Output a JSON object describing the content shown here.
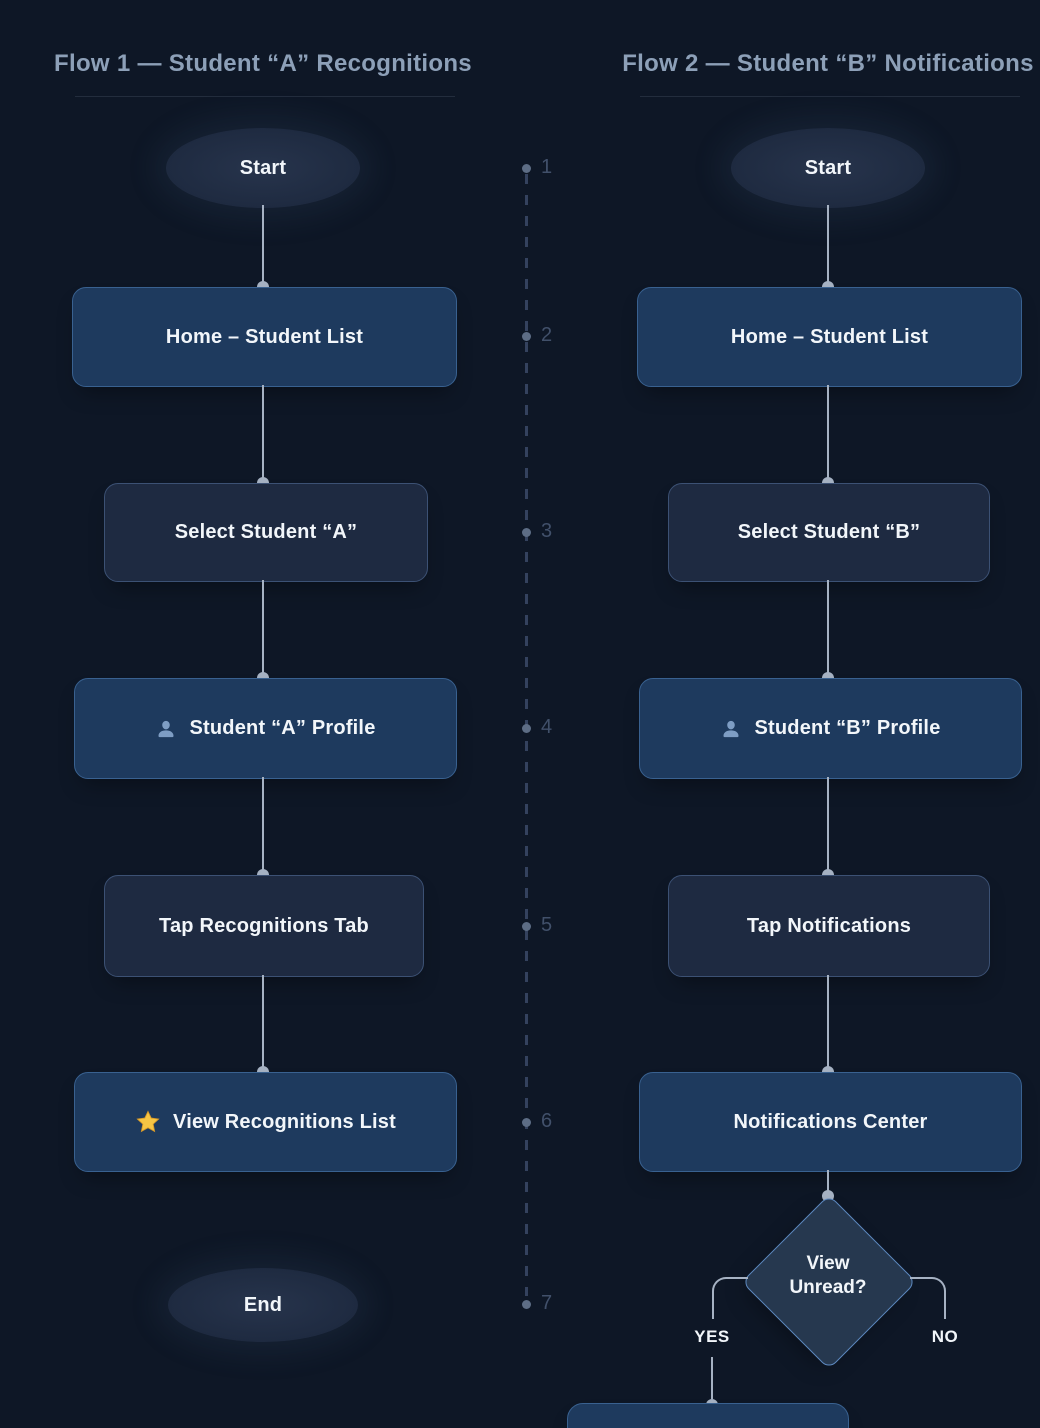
{
  "flow1": {
    "title": "Flow 1 — Student “A” Recognitions",
    "start_label": "Start",
    "end_label": "End",
    "nodes": [
      {
        "label": "Home – Student List",
        "style": "primary"
      },
      {
        "label": "Select Student “A”",
        "style": "secondary"
      },
      {
        "label": "Student “A” Profile",
        "style": "primary",
        "icon": "person-icon"
      },
      {
        "label": "Tap Recognitions Tab",
        "style": "secondary"
      },
      {
        "label": "View Recognitions List",
        "style": "primary",
        "icon": "star-icon"
      }
    ]
  },
  "flow2": {
    "title": "Flow 2 — Student “B” Notifications",
    "start_label": "Start",
    "nodes": [
      {
        "label": "Home – Student List",
        "style": "primary"
      },
      {
        "label": "Select Student “B”",
        "style": "secondary"
      },
      {
        "label": "Student “B” Profile",
        "style": "primary",
        "icon": "person-icon"
      },
      {
        "label": "Tap Notifications",
        "style": "secondary"
      },
      {
        "label": "Notifications Center",
        "style": "primary"
      }
    ],
    "decision": {
      "line1": "View",
      "line2": "Unread?",
      "yes_label": "YES",
      "no_label": "NO"
    }
  },
  "timeline": {
    "numbers": [
      "1",
      "2",
      "3",
      "4",
      "5",
      "6",
      "7"
    ]
  },
  "icons": {
    "profile": "person-icon",
    "recognition": "star-icon"
  },
  "colors": {
    "background": "#0e1726",
    "primary_node_fill": "#1e3a5e",
    "primary_node_border": "#396190",
    "secondary_node_fill": "#1e2a41",
    "secondary_node_border": "#3c5174",
    "connector": "#a6b2c3",
    "diamond_border": "#5d89c0",
    "title_text": "#8da0b8",
    "node_text": "#f2f6fa",
    "star_gold": "#f6c544",
    "person_icon_blue": "#7e9dc4"
  }
}
